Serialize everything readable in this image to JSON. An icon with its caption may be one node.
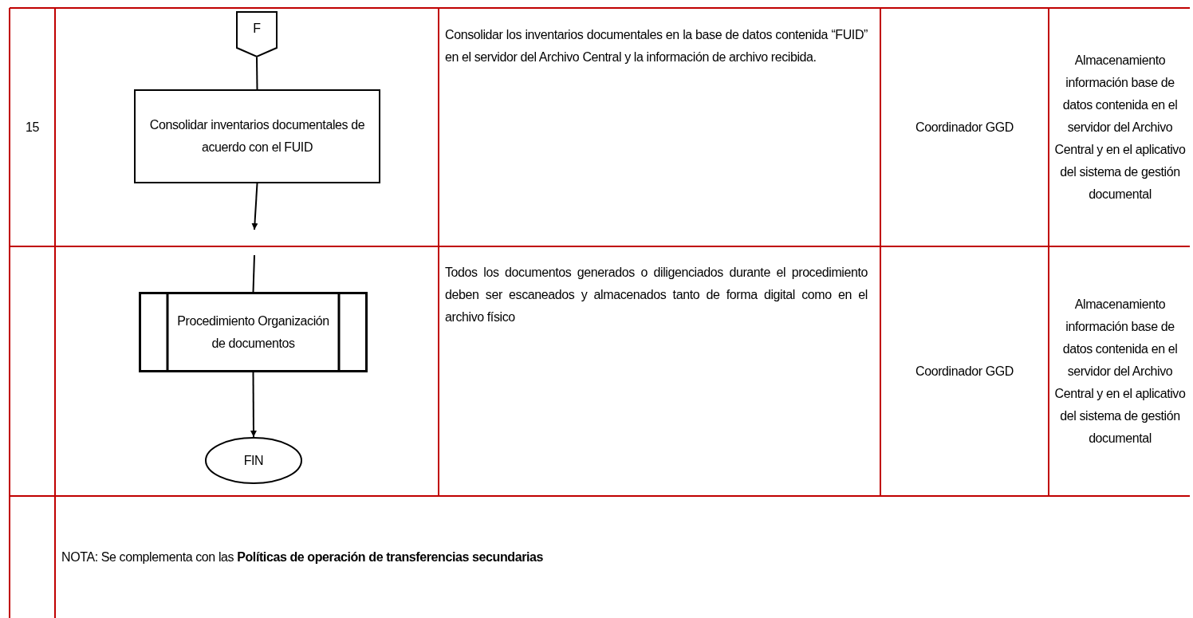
{
  "diagram": {
    "nodes": [
      {
        "text": [
          "F"
        ]
      },
      {
        "text": [
          "Consolidar inventarios documentales de acuerdo con el FUID"
        ]
      },
      {
        "text": [
          "Procedimiento Organización de documentos"
        ]
      },
      {
        "text": [
          "FIN"
        ]
      }
    ],
    "edges": [
      {
        "from": 0,
        "to": 1,
        "arrow": "none"
      },
      {
        "from": 1,
        "to": null,
        "arrow": "to"
      },
      {
        "from": null,
        "to": 2,
        "arrow": "none"
      },
      {
        "from": 2,
        "to": 3,
        "arrow": "to"
      }
    ],
    "labels": [
      "15",
      "Consolidar los inventarios documentales en la base de datos contenida “FUID” en el servidor del Archivo Central y la información de archivo recibida.",
      "Coordinador GGD",
      "Almacenamiento información base de datos contenida en el servidor del Archivo Central y en el aplicativo del sistema de gestión documental",
      "Todos los documentos generados o diligenciados durante el procedimiento deben ser escaneados y almacenados tanto de forma digital como en el archivo físico",
      "Coordinador GGD",
      "Almacenamiento información base de datos contenida en el servidor del Archivo Central y en el aplicativo del sistema de gestión documental",
      "NOTA: Se complementa con las **Políticas de operación de transferencias secundarias**"
    ]
  }
}
